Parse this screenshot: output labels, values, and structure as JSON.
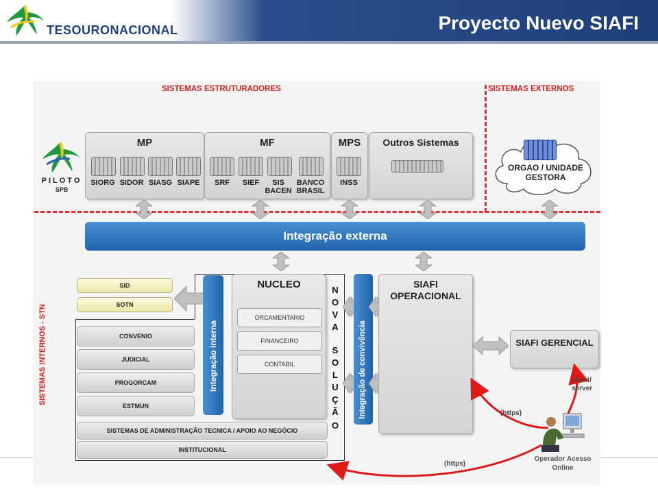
{
  "header": {
    "logo_text": "TESOURONACIONAL",
    "title": "Proyecto Nuevo SIAFI"
  },
  "sections": {
    "estruturadores": "SISTEMAS ESTRUTURADORES",
    "externos": "SISTEMAS EXTERNOS",
    "internos": "SISTEMAS INTERNOS - STN"
  },
  "piloto": {
    "line1": "PILOTO",
    "line2": "SPB"
  },
  "groups": {
    "mp": {
      "title": "MP",
      "items": [
        "SIORG",
        "SIDOR",
        "SIASG",
        "SIAPE"
      ]
    },
    "mf": {
      "title": "MF",
      "items": [
        "SRF",
        "SIEF",
        "SIS BACEN",
        "BANCO BRASIL"
      ]
    },
    "mps": {
      "title": "MPS",
      "items": [
        "INSS"
      ]
    },
    "outros": {
      "title": "Outros Sistemas"
    }
  },
  "orgao": "ORGAO / UNIDADE GESTORA",
  "integracao_externa": "Integração externa",
  "integracao_interna": "Integração interna",
  "integracao_convivencia": "Integração de convivência",
  "nucleo": {
    "title": "NUCLEO",
    "items": [
      "ORCAMENTARIO",
      "FINANCEIRO",
      "CONTABIL"
    ]
  },
  "nova_solucao": [
    "N",
    "O",
    "V",
    "A",
    "S",
    "O",
    "L",
    "U",
    "Ç",
    "Ã",
    "O"
  ],
  "siafi_operacional": "SIAFI OPERACIONAL",
  "siafi_gerencial": "SIAFI GERENCIAL",
  "yellow_items": [
    "SID",
    "SOTN"
  ],
  "gray_items": [
    "CONVENIO",
    "JUDICIAL",
    "PROGORCAM",
    "ESTMUN"
  ],
  "wide_items": [
    "SISTEMAS DE ADMINISTRAÇÃO TECNICA / APOIO AO NEGÓCIO",
    "INSTITUCIONAL"
  ],
  "labels": {
    "client_server": "client/ server",
    "https1": "(https)",
    "https2": "(https)",
    "operador": "Operador Acesso Online"
  },
  "colors": {
    "accent_blue": "#1f64ab",
    "dashed_red": "#e22a2a",
    "header_blue": "#1f3f7a"
  }
}
